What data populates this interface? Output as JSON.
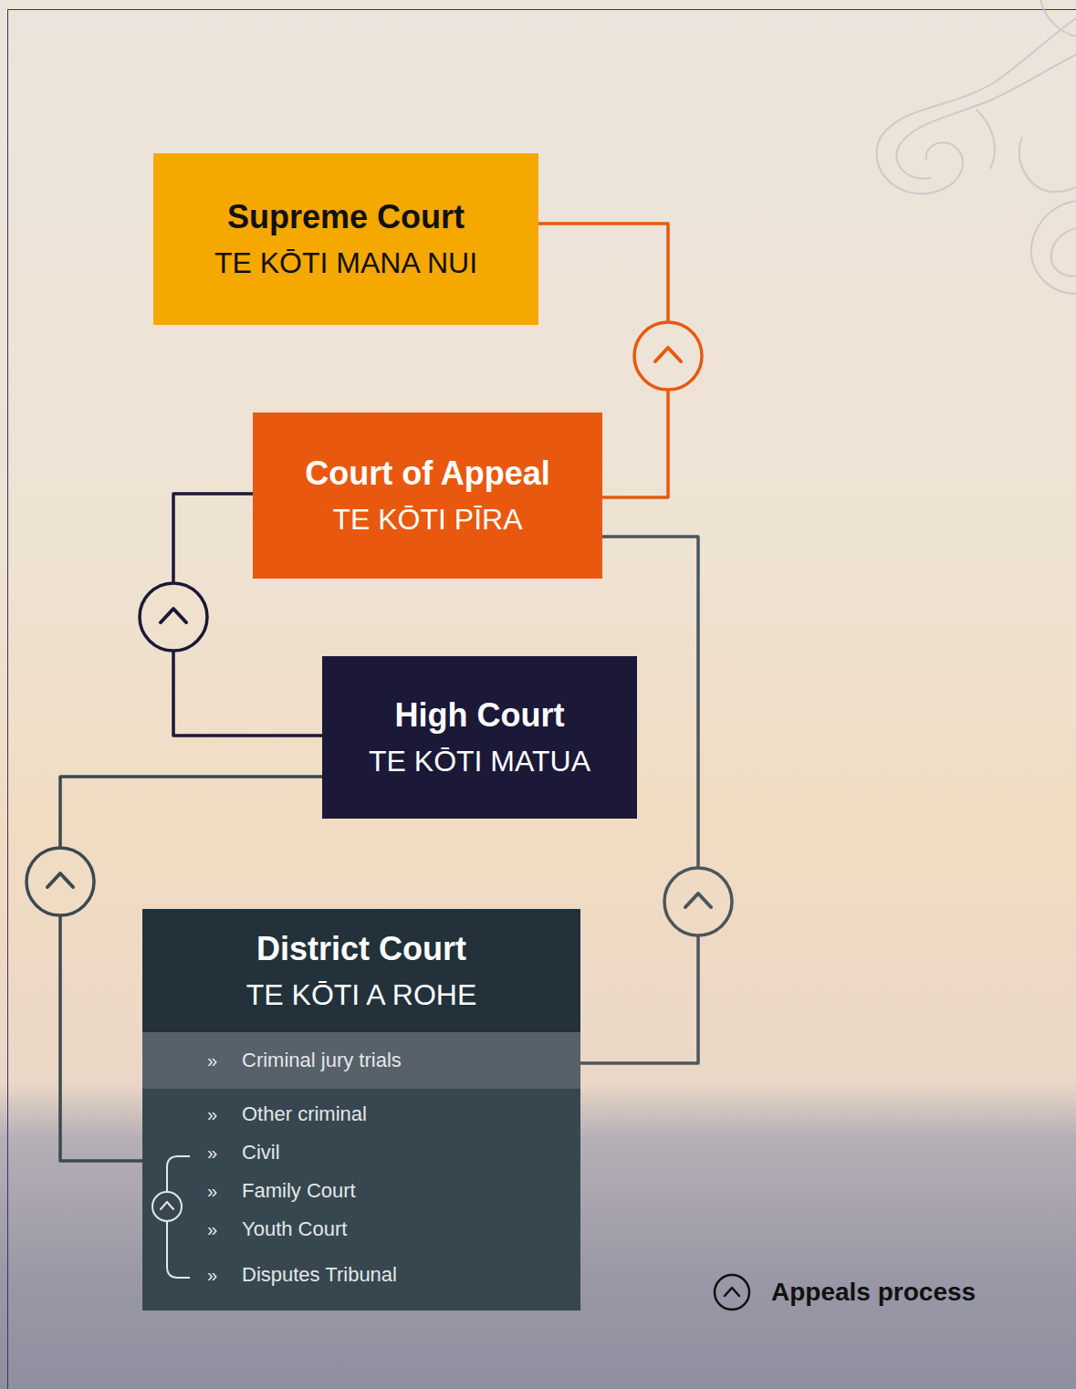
{
  "diagram": {
    "nodes": [
      {
        "text": [
          "Supreme Court",
          "TE KŌTI MANA NUI"
        ]
      },
      {
        "text": [
          "Court of Appeal",
          "TE KŌTI PĪRA"
        ]
      },
      {
        "text": [
          "High Court",
          "TE KŌTI MATUA"
        ]
      },
      {
        "text": [
          "District Court",
          "TE KŌTI A ROHE"
        ]
      },
      {
        "text": [
          "Criminal jury trials"
        ],
        "in": 3
      },
      {
        "text": [
          "Other criminal",
          "Civil",
          "Family Court",
          "Youth Court",
          "Disputes Tribunal"
        ],
        "in": 3
      }
    ],
    "edges": [
      {
        "from": 1,
        "to": 0,
        "arrow": "none"
      },
      {
        "from": 2,
        "to": 1,
        "arrow": "none"
      },
      {
        "from": 5,
        "to": 2,
        "arrow": "none"
      },
      {
        "from": 4,
        "to": 1,
        "arrow": "none"
      }
    ],
    "labels": [
      "»",
      "»",
      "»",
      "»",
      "»",
      "»"
    ],
    "legend": [
      {
        "text": "Appeals process"
      }
    ]
  }
}
